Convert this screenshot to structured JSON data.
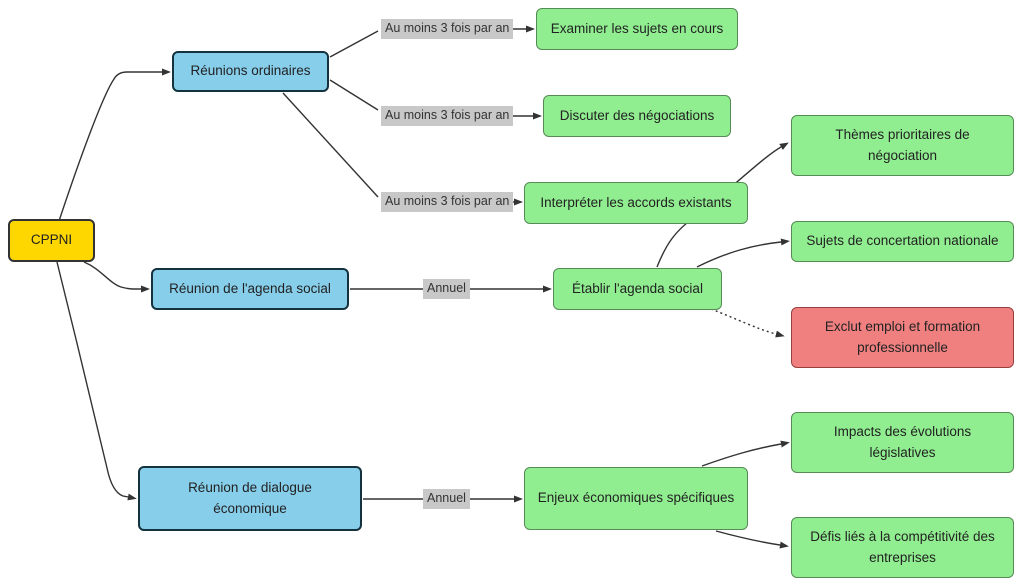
{
  "nodes": {
    "cppni": {
      "label": "CPPNI"
    },
    "reunions_ordinaires": {
      "label": "Réunions ordinaires"
    },
    "reunion_agenda_social": {
      "label": "Réunion de l'agenda social"
    },
    "reunion_dialogue_economique": {
      "label": "Réunion de dialogue économique"
    },
    "examiner_sujets": {
      "label": "Examiner les sujets en cours"
    },
    "discuter_negociations": {
      "label": "Discuter des négociations"
    },
    "interpreter_accords": {
      "label": "Interpréter les accords existants"
    },
    "etablir_agenda": {
      "label": "Établir l'agenda social"
    },
    "enjeux_economiques": {
      "label": "Enjeux économiques spécifiques"
    },
    "themes_prioritaires": {
      "label": "Thèmes prioritaires de négociation"
    },
    "sujets_concertation": {
      "label": "Sujets de concertation nationale"
    },
    "exclut_emploi": {
      "label": "Exclut emploi et formation professionnelle"
    },
    "impacts_evolutions": {
      "label": "Impacts des évolutions législatives"
    },
    "defis_competitivite": {
      "label": "Défis liés à la compétitivité des entreprises"
    }
  },
  "edge_labels": {
    "freq_ordinaires_1": "Au moins 3 fois par an",
    "freq_ordinaires_2": "Au moins 3 fois par an",
    "freq_ordinaires_3": "Au moins 3 fois par an",
    "freq_agenda": "Annuel",
    "freq_dialogue": "Annuel"
  },
  "colors": {
    "root_fill": "#FFD700",
    "root_border": "#333333",
    "meeting_fill": "#87CEEB",
    "meeting_border": "#14333E",
    "activity_fill": "#90EE90",
    "activity_border": "#568B56",
    "exclusion_fill": "#F08080",
    "exclusion_border": "#98403E",
    "edge_color": "#333333",
    "edge_label_bg": "#C8C8C8",
    "edge_label_text": "#333333",
    "node_text": "#222222",
    "background": "#FFFFFF"
  }
}
